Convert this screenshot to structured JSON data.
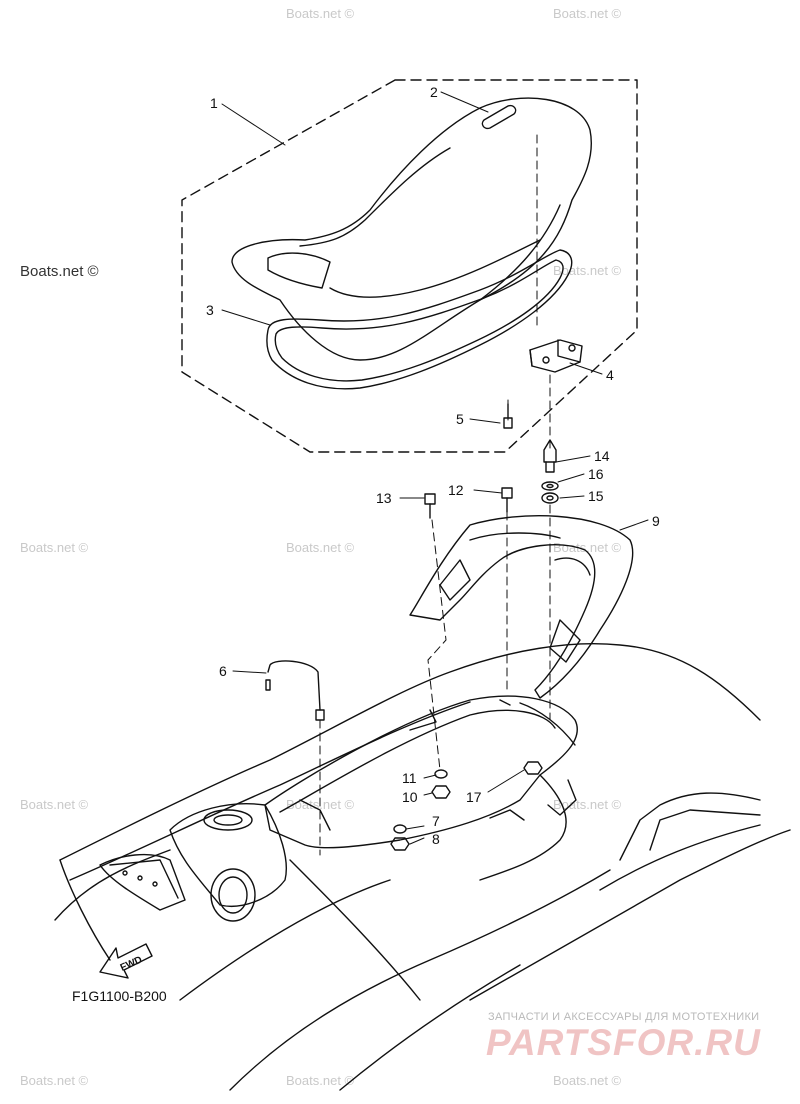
{
  "diagram": {
    "code": "F1G1100-B200",
    "fwd_label": "FWD",
    "parts": [
      {
        "num": "1"
      },
      {
        "num": "2"
      },
      {
        "num": "3"
      },
      {
        "num": "4"
      },
      {
        "num": "5"
      },
      {
        "num": "6"
      },
      {
        "num": "7"
      },
      {
        "num": "8"
      },
      {
        "num": "9"
      },
      {
        "num": "10"
      },
      {
        "num": "11"
      },
      {
        "num": "12"
      },
      {
        "num": "13"
      },
      {
        "num": "14"
      },
      {
        "num": "15"
      },
      {
        "num": "16"
      },
      {
        "num": "17"
      }
    ]
  },
  "watermarks": {
    "text": "Boats.net ©",
    "text_dark": "Boats.net ©"
  },
  "brand": {
    "tagline": "ЗАПЧАСТИ И АКСЕССУАРЫ ДЛЯ МОТОТЕХНИКИ",
    "logo": "PARTSFOR.RU"
  },
  "colors": {
    "line": "#111111",
    "watermark": "#c9c9c9",
    "logo": "#f0c4c4"
  }
}
